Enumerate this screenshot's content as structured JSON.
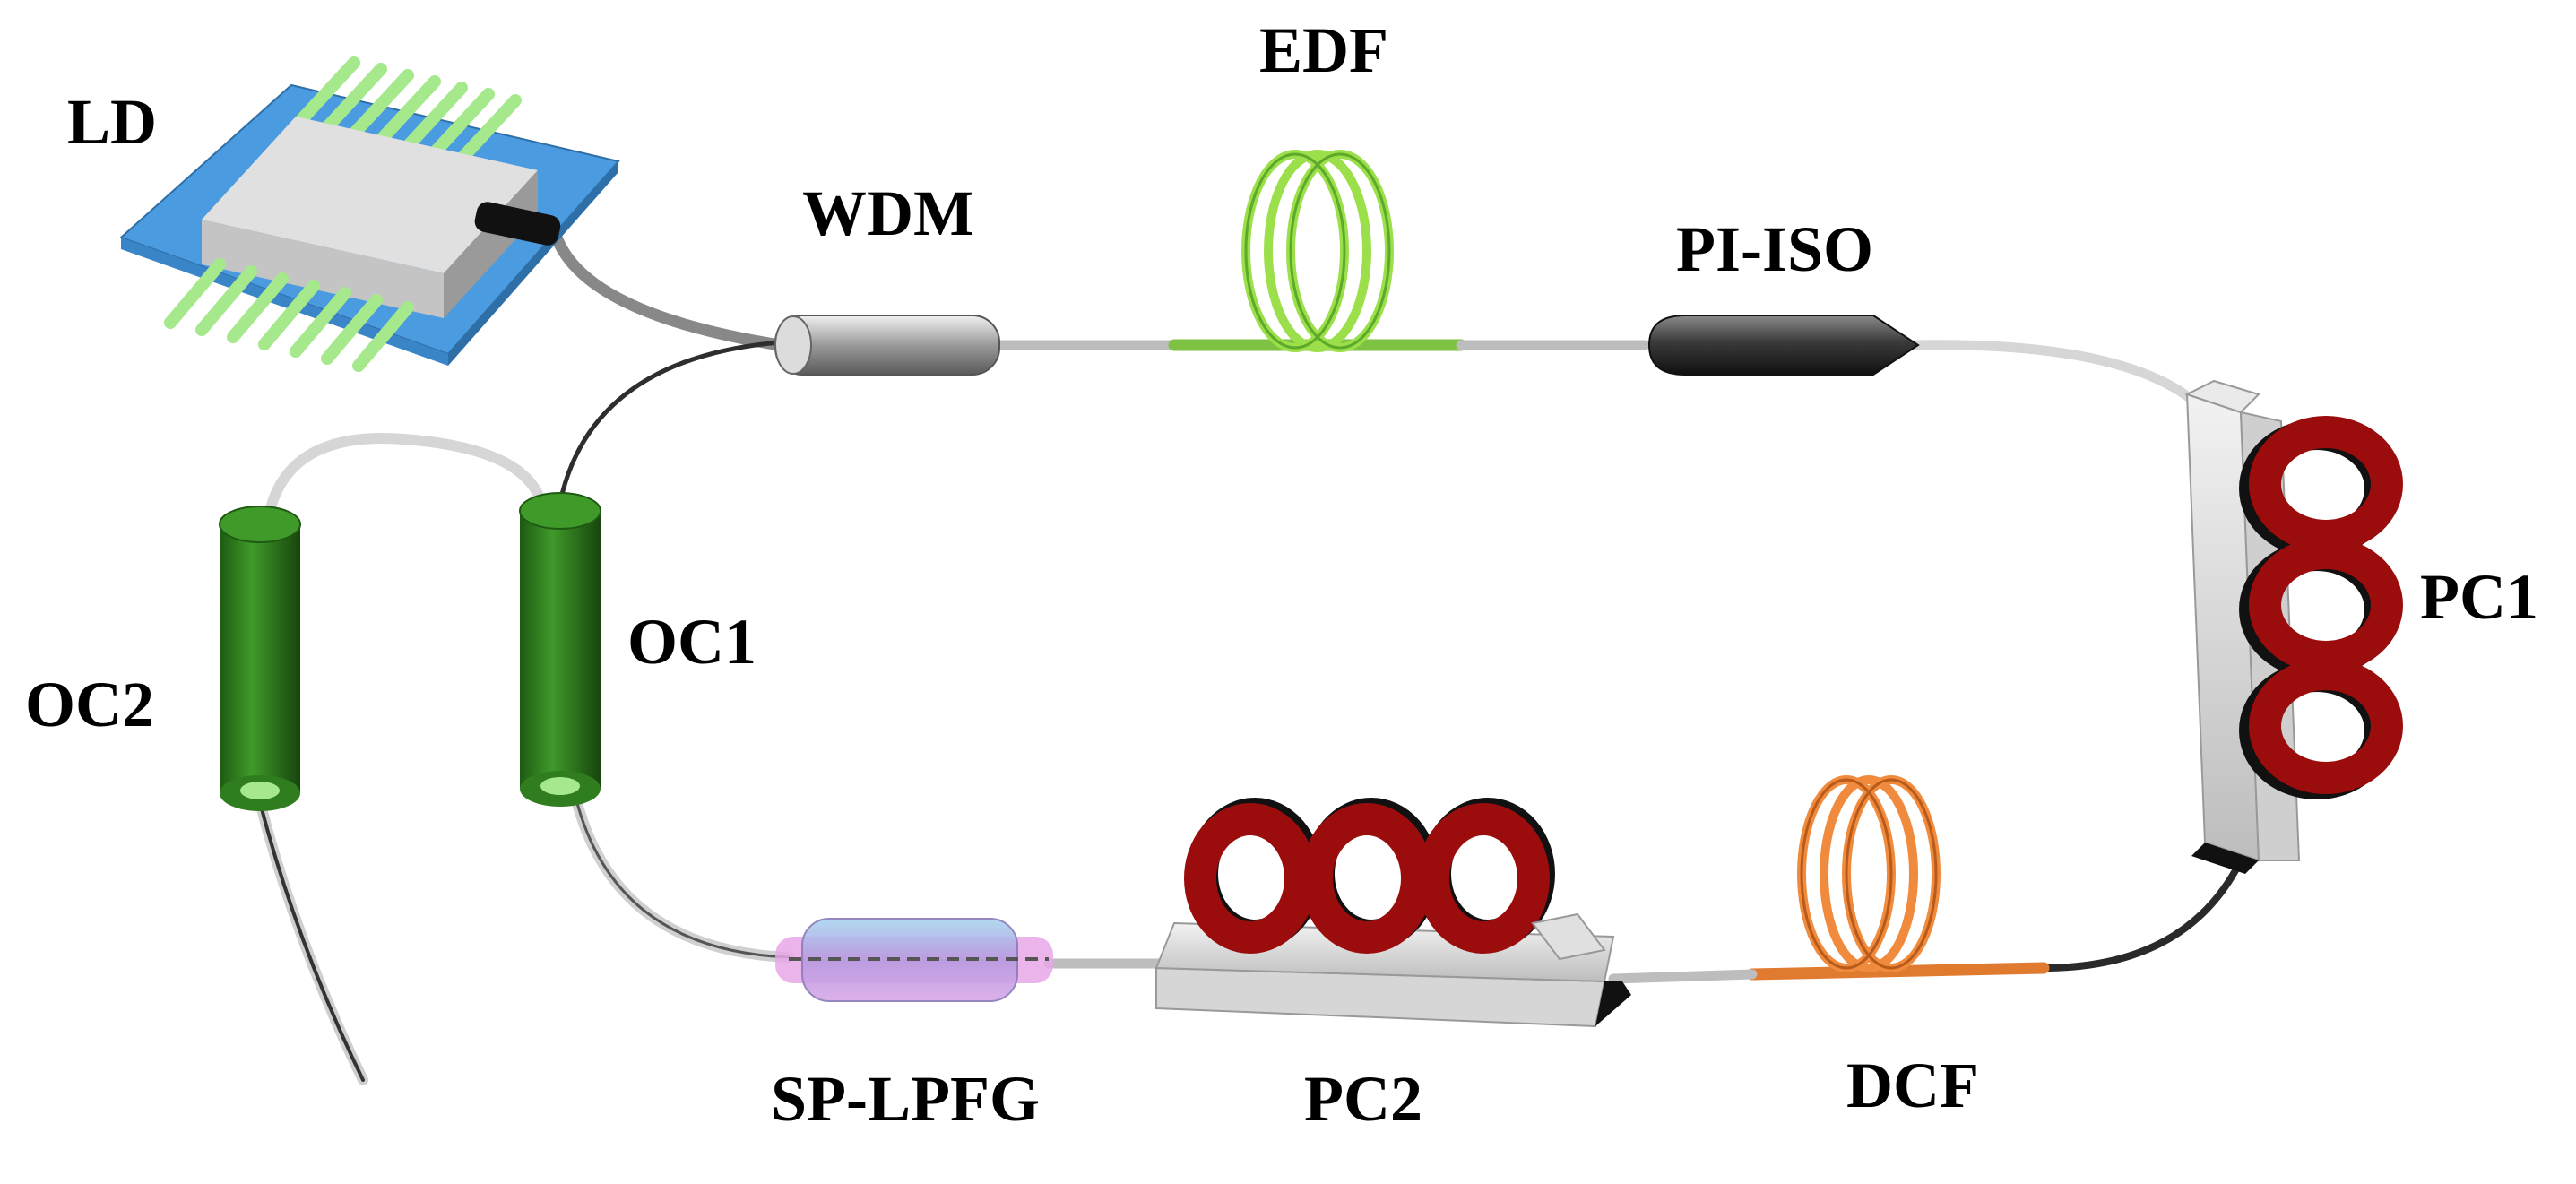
{
  "labels": {
    "ld": "LD",
    "edf": "EDF",
    "wdm": "WDM",
    "pi_iso": "PI-ISO",
    "pc1": "PC1",
    "oc1": "OC1",
    "oc2": "OC2",
    "sp_lpfg": "SP-LPFG",
    "pc2": "PC2",
    "dcf": "DCF"
  },
  "colors": {
    "fiber": "#d6d6d6",
    "fiber_dark": "#3a3a3a",
    "edf_fiber": "#7dc242",
    "edf_coil": "#9be04a",
    "dcf_fiber": "#e07a2e",
    "dcf_coil": "#f08a3c",
    "coupler": "#2f7d1f",
    "paddle": "#9b0c0c",
    "ld_base": "#4a9be0",
    "ld_pins": "#a6e88c"
  }
}
